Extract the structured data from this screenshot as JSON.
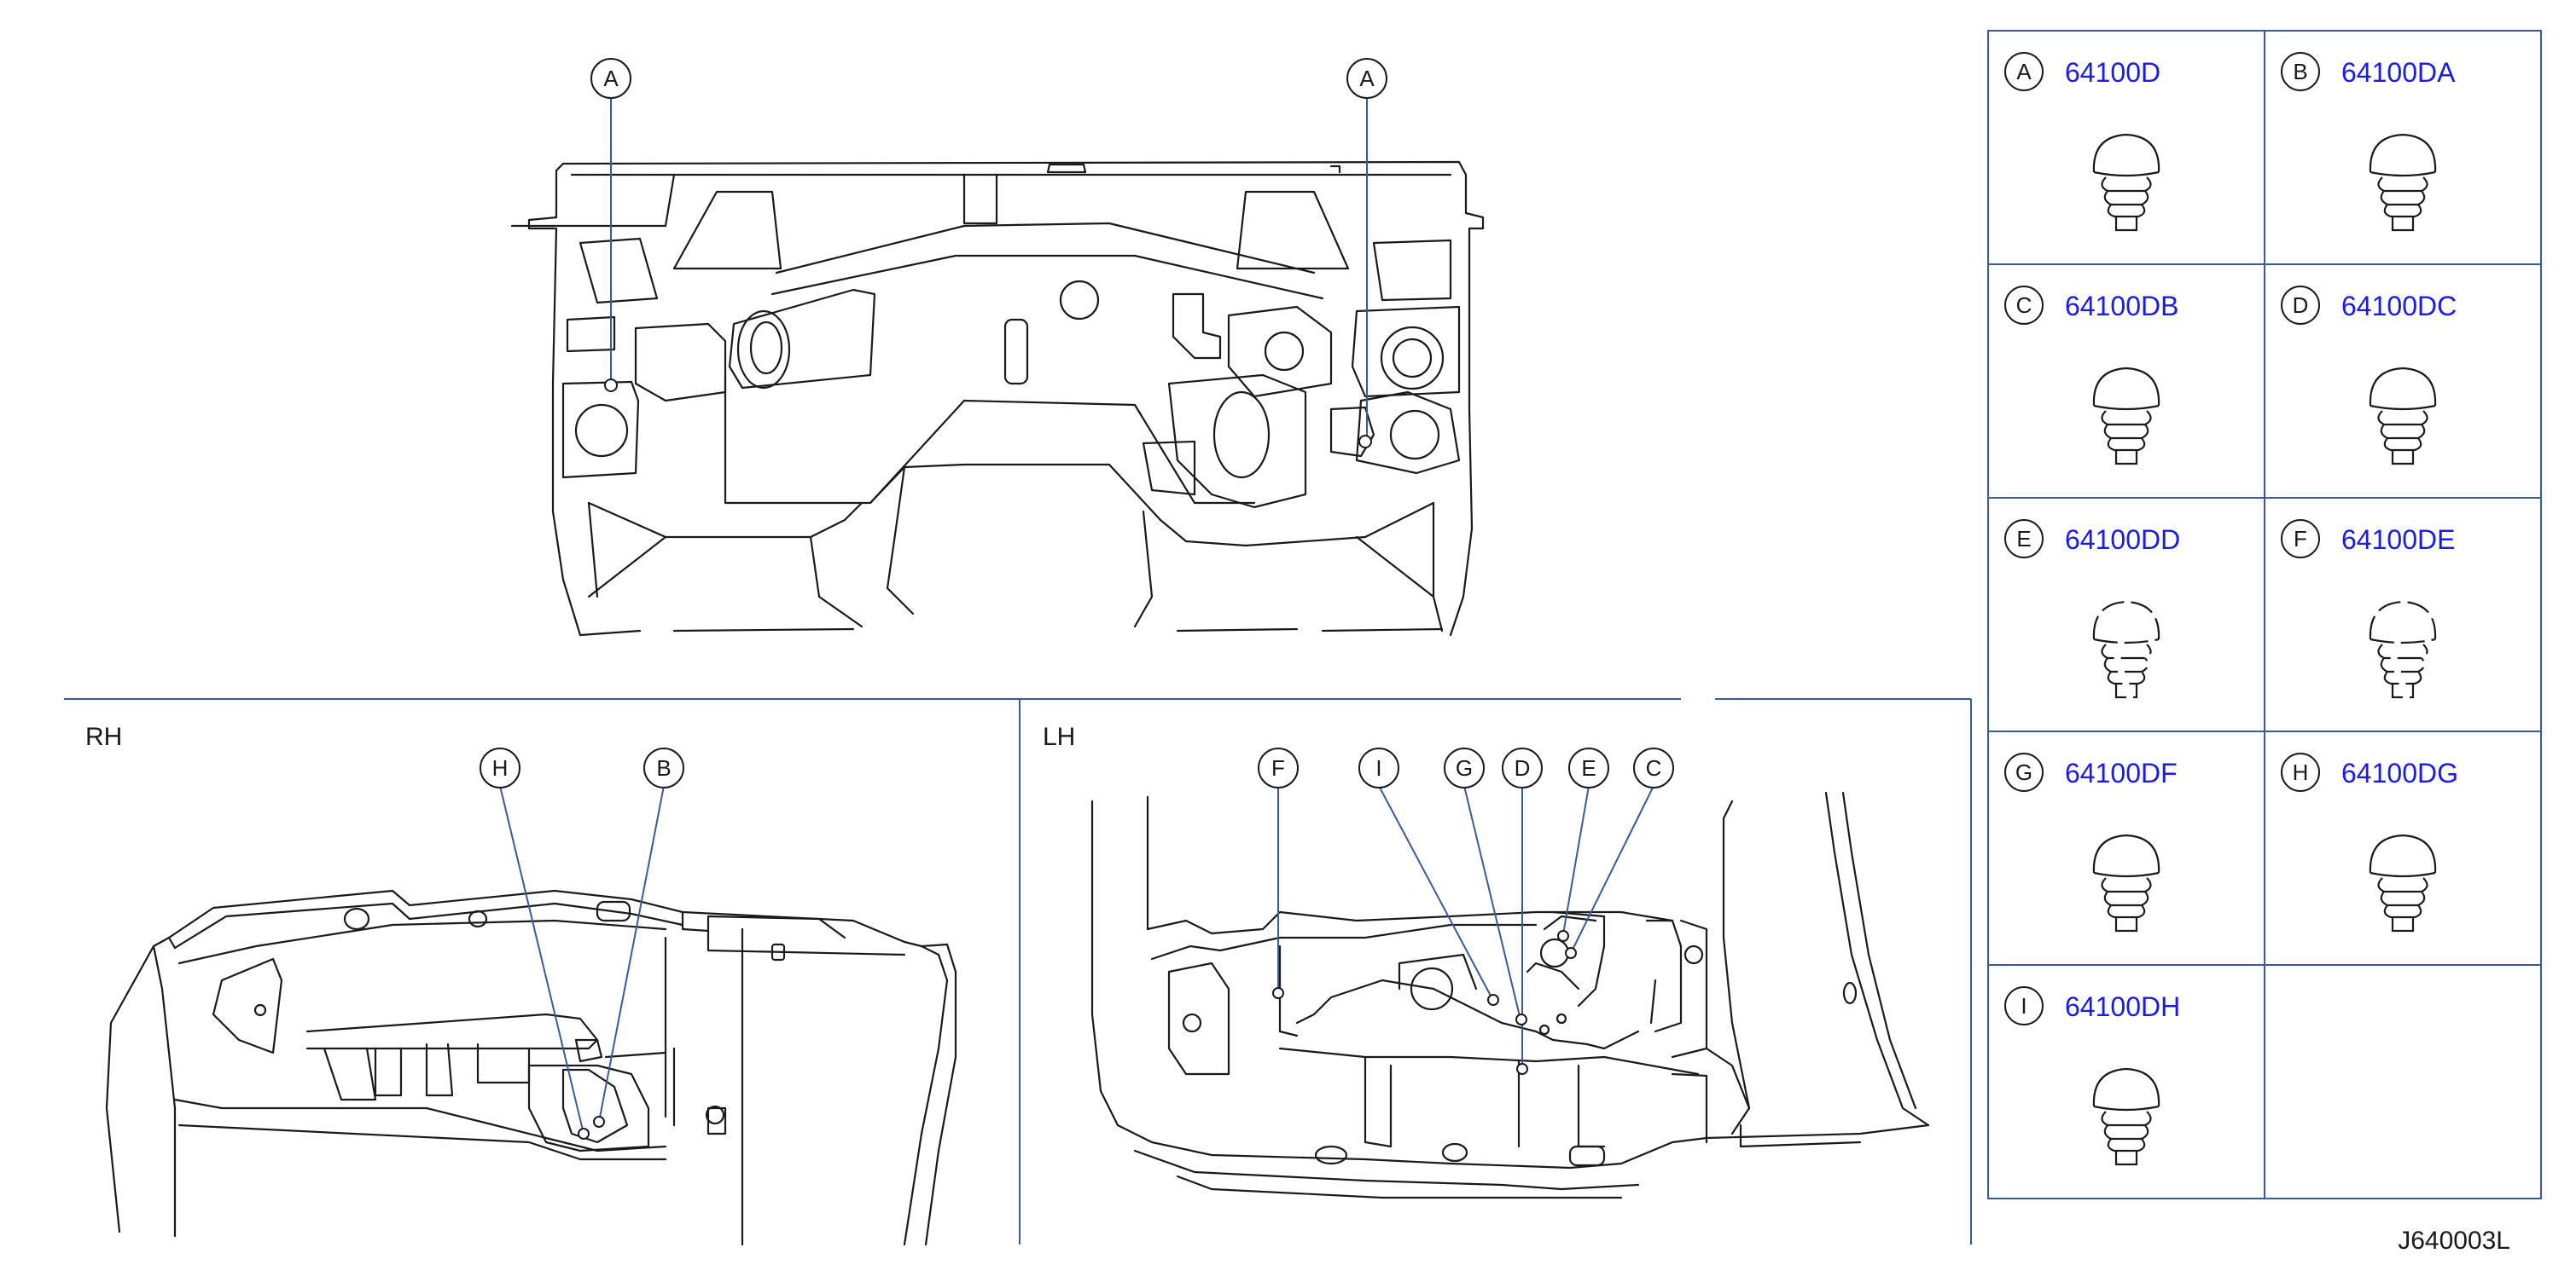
{
  "colors": {
    "line": "#1a1a1a",
    "leader": "#3a5a9c",
    "divider": "#3a5a9c",
    "partno": "#1a1aee"
  },
  "views": {
    "top": {
      "callouts": [
        "A",
        "A"
      ]
    },
    "rh": {
      "label": "RH",
      "callouts": [
        "H",
        "B"
      ]
    },
    "lh": {
      "label": "LH",
      "callouts": [
        "F",
        "I",
        "G",
        "D",
        "E",
        "C"
      ]
    }
  },
  "parts": [
    {
      "letter": "A",
      "part_no": "64100D"
    },
    {
      "letter": "B",
      "part_no": "64100DA"
    },
    {
      "letter": "C",
      "part_no": "64100DB"
    },
    {
      "letter": "D",
      "part_no": "64100DC"
    },
    {
      "letter": "E",
      "part_no": "64100DD"
    },
    {
      "letter": "F",
      "part_no": "64100DE"
    },
    {
      "letter": "G",
      "part_no": "64100DF"
    },
    {
      "letter": "H",
      "part_no": "64100DG"
    },
    {
      "letter": "I",
      "part_no": "64100DH"
    }
  ],
  "diagram_id": "J640003L"
}
